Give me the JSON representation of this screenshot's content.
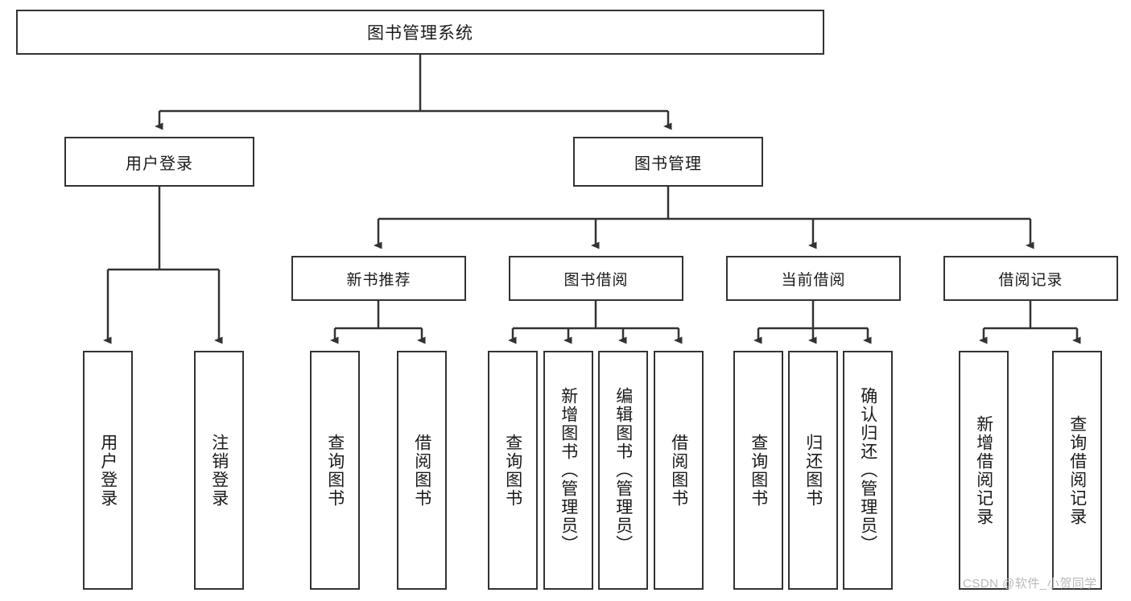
{
  "diagram": {
    "title": "图书管理系统",
    "type": "tree-hierarchy-diagram",
    "watermark": "CSDN @软件_小贺同学",
    "colors": {
      "box_border": "#333333",
      "box_fill": "#ffffff",
      "edge": "#333333",
      "text": "#1a1a1a",
      "watermark": "#b9b9b9",
      "background": "#ffffff"
    },
    "root": {
      "label": "图书管理系统"
    },
    "level2": [
      {
        "label": "用户登录"
      },
      {
        "label": "图书管理"
      }
    ],
    "level3": [
      {
        "label": "新书推荐"
      },
      {
        "label": "图书借阅"
      },
      {
        "label": "当前借阅"
      },
      {
        "label": "借阅记录"
      }
    ],
    "leaves": {
      "user_login": [
        {
          "label": "用户登录"
        },
        {
          "label": "注销登录"
        }
      ],
      "new_book": [
        {
          "label": "查询图书"
        },
        {
          "label": "借阅图书"
        }
      ],
      "book_borrow": [
        {
          "label": "查询图书"
        },
        {
          "label": "新增图书（管理员）"
        },
        {
          "label": "编辑图书（管理员）"
        },
        {
          "label": "借阅图书"
        }
      ],
      "current_borrow": [
        {
          "label": "查询图书"
        },
        {
          "label": "归还图书"
        },
        {
          "label": "确认归还（管理员）"
        }
      ],
      "borrow_record": [
        {
          "label": "新增借阅记录"
        },
        {
          "label": "查询借阅记录"
        }
      ]
    }
  }
}
